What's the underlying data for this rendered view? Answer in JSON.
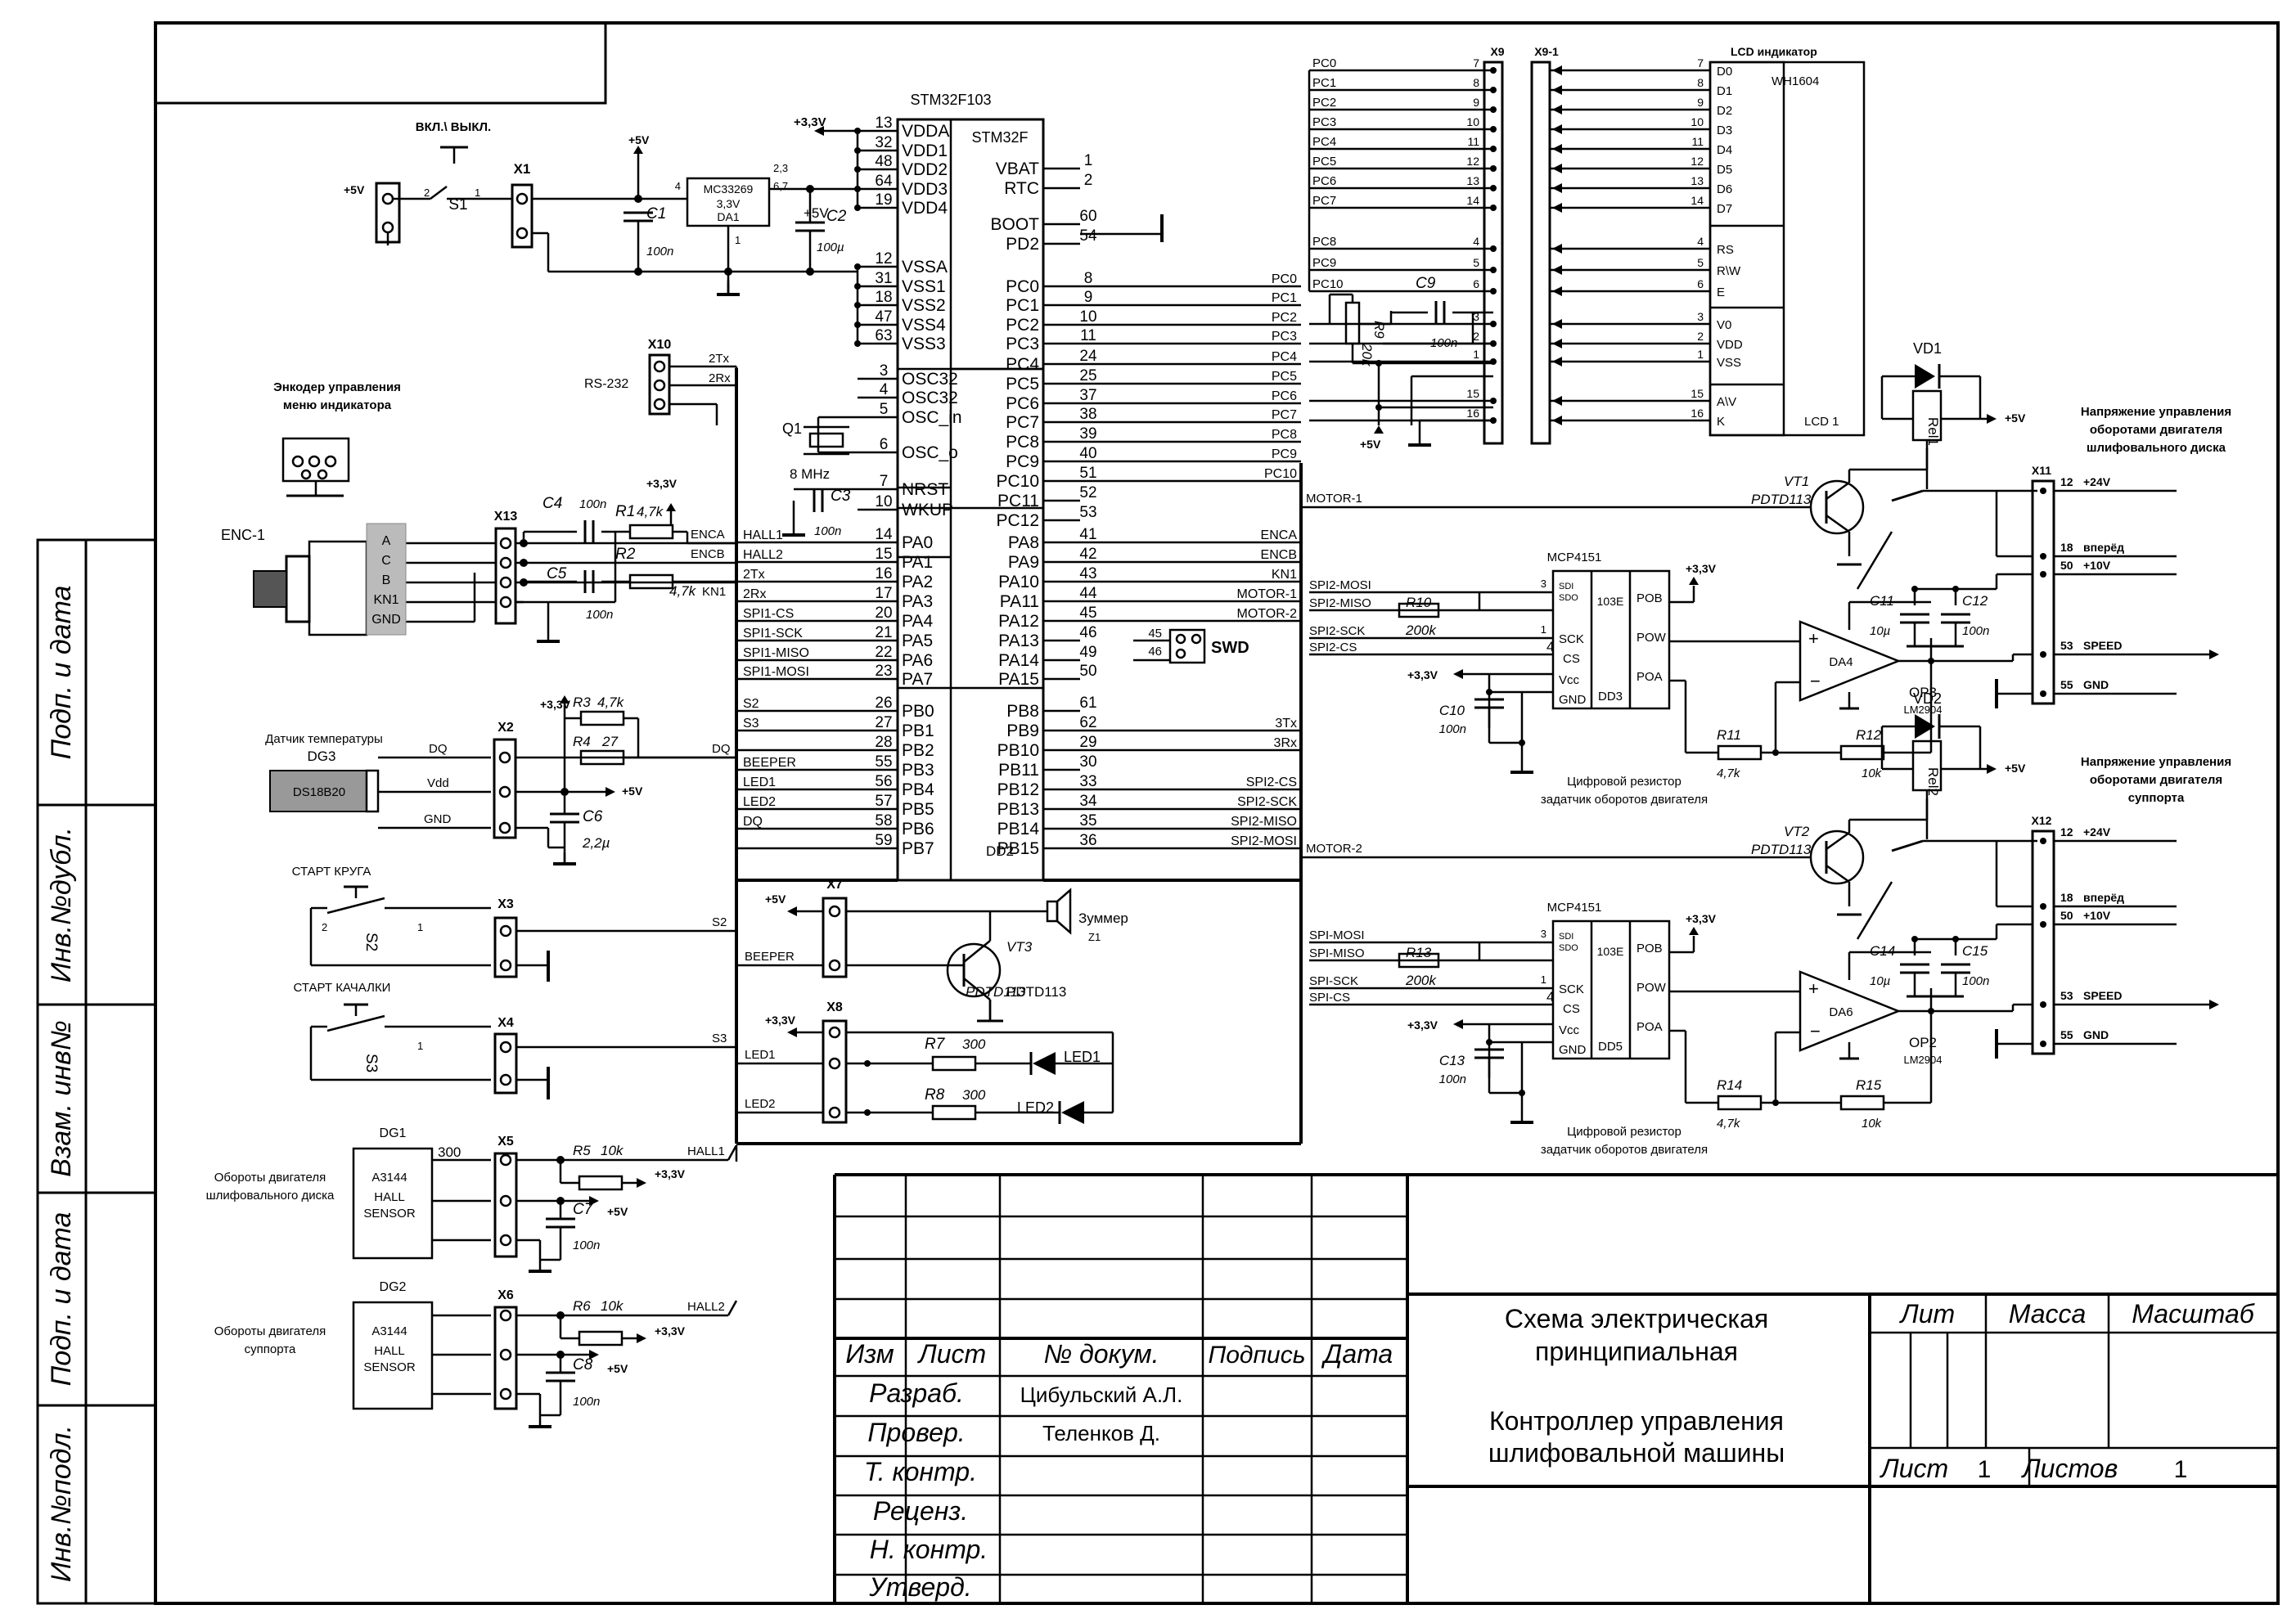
{
  "title_block": {
    "doc_title_line1": "Схема электрическая",
    "doc_title_line2": "принципиальная",
    "device_line1": "Контроллер управления",
    "device_line2": "шлифовальной машины",
    "col_izm": "Изм",
    "col_list": "Лист",
    "col_doc": "№ докум.",
    "col_sign": "Подпись",
    "col_date": "Дата",
    "row_razrab": "Разраб.",
    "row_prover": "Провер.",
    "row_tkontr": "Т. контр.",
    "row_recenz": "Реценз.",
    "row_nkontr": "Н. контр.",
    "row_utverd": "Утверд.",
    "name_razrab": "Цибульский А.Л.",
    "name_prover": "Теленков Д.",
    "lit": "Лит",
    "massa": "Масса",
    "masshtab": "Масштаб",
    "list_label": "Лист",
    "list_value": "1",
    "listov_label": "Листов",
    "listov_value": "1"
  },
  "side_stamp": {
    "podp_data_1": "Подп. и дата",
    "inv_dubl": "Инв.№дубл.",
    "vzam_inv": "Взам. инв№",
    "podp_data_2": "Подп. и дата",
    "inv_podl": "Инв.№подл."
  },
  "mcu": {
    "ref": "STM32F103",
    "inner": "STM32F",
    "dd": "DD2",
    "left_pins": [
      {
        "num": "13",
        "name": "VDDA"
      },
      {
        "num": "32",
        "name": "VDD1"
      },
      {
        "num": "48",
        "name": "VDD2"
      },
      {
        "num": "64",
        "name": "VDD3"
      },
      {
        "num": "19",
        "name": "VDD4"
      },
      {
        "num": "12",
        "name": "VSSA"
      },
      {
        "num": "31",
        "name": "VSS1"
      },
      {
        "num": "18",
        "name": "VSS2"
      },
      {
        "num": "47",
        "name": "VSS4"
      },
      {
        "num": "63",
        "name": "VSS3"
      },
      {
        "num": "3",
        "name": "OSC32"
      },
      {
        "num": "4",
        "name": "OSC32"
      },
      {
        "num": "5",
        "name": "OSC_in"
      },
      {
        "num": "6",
        "name": "OSC_o"
      },
      {
        "num": "7",
        "name": "NRST"
      },
      {
        "num": "10",
        "name": "WKUP"
      },
      {
        "num": "14",
        "name": "PA0",
        "net": "HALL1"
      },
      {
        "num": "15",
        "name": "PA1",
        "net": "HALL2"
      },
      {
        "num": "16",
        "name": "PA2",
        "net": "2Tx"
      },
      {
        "num": "17",
        "name": "PA3",
        "net": "2Rx"
      },
      {
        "num": "20",
        "name": "PA4",
        "net": "SPI1-CS"
      },
      {
        "num": "21",
        "name": "PA5",
        "net": "SPI1-SCK"
      },
      {
        "num": "22",
        "name": "PA6",
        "net": "SPI1-MISO"
      },
      {
        "num": "23",
        "name": "PA7",
        "net": "SPI1-MOSI"
      },
      {
        "num": "26",
        "name": "PB0",
        "net": "S2"
      },
      {
        "num": "27",
        "name": "PB1",
        "net": "S3"
      },
      {
        "num": "28",
        "name": "PB2",
        "net": ""
      },
      {
        "num": "55",
        "name": "PB3",
        "net": "BEEPER"
      },
      {
        "num": "56",
        "name": "PB4",
        "net": "LED1"
      },
      {
        "num": "57",
        "name": "PB5",
        "net": "LED2"
      },
      {
        "num": "58",
        "name": "PB6",
        "net": "DQ"
      },
      {
        "num": "59",
        "name": "PB7",
        "net": ""
      }
    ],
    "right_pins": [
      {
        "num": "1",
        "name": "VBAT"
      },
      {
        "num": "2",
        "name": "RTC"
      },
      {
        "num": "60",
        "name": "BOOT"
      },
      {
        "num": "54",
        "name": "PD2"
      },
      {
        "num": "8",
        "name": "PC0",
        "net": "PC0"
      },
      {
        "num": "9",
        "name": "PC1",
        "net": "PC1"
      },
      {
        "num": "10",
        "name": "PC2",
        "net": "PC2"
      },
      {
        "num": "11",
        "name": "PC3",
        "net": "PC3"
      },
      {
        "num": "24",
        "name": "PC4",
        "net": "PC4"
      },
      {
        "num": "25",
        "name": "PC5",
        "net": "PC5"
      },
      {
        "num": "37",
        "name": "PC6",
        "net": "PC6"
      },
      {
        "num": "38",
        "name": "PC7",
        "net": "PC7"
      },
      {
        "num": "39",
        "name": "PC8",
        "net": "PC8"
      },
      {
        "num": "40",
        "name": "PC9",
        "net": "PC9"
      },
      {
        "num": "51",
        "name": "PC10",
        "net": "PC10"
      },
      {
        "num": "52",
        "name": "PC11",
        "net": ""
      },
      {
        "num": "53",
        "name": "PC12",
        "net": ""
      },
      {
        "num": "41",
        "name": "PA8",
        "net": "ENCA"
      },
      {
        "num": "42",
        "name": "PA9",
        "net": "ENCB"
      },
      {
        "num": "43",
        "name": "PA10",
        "net": "KN1"
      },
      {
        "num": "44",
        "name": "PA11",
        "net": "MOTOR-1"
      },
      {
        "num": "45",
        "name": "PA12",
        "net": "MOTOR-2"
      },
      {
        "num": "46",
        "name": "PA13",
        "net": ""
      },
      {
        "num": "49",
        "name": "PA14",
        "net": ""
      },
      {
        "num": "50",
        "name": "PA15",
        "net": ""
      },
      {
        "num": "61",
        "name": "PB8",
        "net": ""
      },
      {
        "num": "62",
        "name": "PB9",
        "net": "3Tx"
      },
      {
        "num": "29",
        "name": "PB10",
        "net": "3Rx"
      },
      {
        "num": "30",
        "name": "PB11",
        "net": ""
      },
      {
        "num": "33",
        "name": "PB12",
        "net": "SPI2-CS"
      },
      {
        "num": "34",
        "name": "PB13",
        "net": "SPI2-SCK"
      },
      {
        "num": "35",
        "name": "PB14",
        "net": "SPI2-MISO"
      },
      {
        "num": "36",
        "name": "PB15",
        "net": "SPI2-MOSI"
      }
    ]
  },
  "power": {
    "switch_label": "ВКЛ.\\ ВЫКЛ.",
    "s1": "S1",
    "x1": "X1",
    "plus5": "+5V",
    "plus33": "+3,3V",
    "reg_name": "MC33269",
    "reg_v": "3,3V",
    "reg_ref": "DA1",
    "reg_pin_in": "4",
    "reg_pin_out": "2,3",
    "reg_pin_out2": "6,7",
    "reg_pin_gnd": "1",
    "c1": "C1",
    "c1v": "100n",
    "c2": "C2",
    "c2v": "100µ",
    "sw_pin2": "2",
    "sw_pin1": "1"
  },
  "osc": {
    "q1": "Q1",
    "freq": "8 MHz",
    "c3": "C3",
    "c3v": "100n"
  },
  "rs232": {
    "x10": "X10",
    "label": "RS-232",
    "tx": "2Tx",
    "rx": "2Rx"
  },
  "encoder": {
    "title1": "Энкодер управления",
    "title2": "меню индикатора",
    "enc": "ENC-1",
    "pins": [
      "A",
      "C",
      "B",
      "KN1",
      "GND"
    ],
    "x13": "X13",
    "c4": "C4",
    "c4v": "100n",
    "r1": "R1",
    "r1v": "4,7k",
    "r2": "R2",
    "r2v": "4,7k",
    "c5": "C5",
    "c5v": "100n",
    "encA": "ENCA",
    "encB": "ENCB",
    "kn1": "KN1"
  },
  "temp": {
    "title": "Датчик температуры",
    "dg3": "DG3",
    "chip": "DS18B20",
    "dq": "DQ",
    "vdd": "Vdd",
    "gnd": "GND",
    "x2": "X2",
    "r3": "R3",
    "r3v": "4,7k",
    "r4": "R4",
    "r4v": "27",
    "c6": "C6",
    "c6v": "2,2µ"
  },
  "starts": {
    "s2title": "СТАРТ КРУГА",
    "s2": "S2",
    "x3": "X3",
    "s2net": "S2",
    "s3title": "СТАРТ КАЧАЛКИ",
    "s3": "S3",
    "x4": "X4",
    "s3net": "S3"
  },
  "beeper": {
    "x7": "X7",
    "net": "BEEPER",
    "vt3": "VT3",
    "vt3type": "PDTD113",
    "zummer": "Зуммер",
    "z1": "Z1"
  },
  "leds": {
    "x8": "X8",
    "led1net": "LED1",
    "led2net": "LED2",
    "r7": "R7",
    "r7v": "300",
    "r8": "R8",
    "r8v": "300",
    "led1": "LED1",
    "led2": "LED2"
  },
  "hall": {
    "dg1": "DG1",
    "dg2": "DG2",
    "chip1": "A3144",
    "chip2": "HALL",
    "chip3": "SENSOR",
    "desc1a": "Обороты двигателя",
    "desc1b": "шлифовального диска",
    "desc2a": "Обороты двигателя",
    "desc2b": "суппорта",
    "x5": "X5",
    "x6": "X6",
    "r5": "R5",
    "r5v": "10k",
    "r6": "R6",
    "r6v": "10k",
    "c7": "C7",
    "c7v": "100n",
    "c8": "C8",
    "c8v": "100n",
    "hall1": "HALL1",
    "hall2": "HALL2"
  },
  "lcd": {
    "x9": "X9",
    "x91": "X9-1",
    "title": "LCD индикатор",
    "model": "WH1604",
    "ref": "LCD 1",
    "pins": [
      {
        "num": "7",
        "name": "D0",
        "net": "PC0"
      },
      {
        "num": "8",
        "name": "D1",
        "net": "PC1"
      },
      {
        "num": "9",
        "name": "D2",
        "net": "PC2"
      },
      {
        "num": "10",
        "name": "D3",
        "net": "PC3"
      },
      {
        "num": "11",
        "name": "D4",
        "net": "PC4"
      },
      {
        "num": "12",
        "name": "D5",
        "net": "PC5"
      },
      {
        "num": "13",
        "name": "D6",
        "net": "PC6"
      },
      {
        "num": "14",
        "name": "D7",
        "net": "PC7"
      },
      {
        "num": "4",
        "name": "RS",
        "net": "PC8"
      },
      {
        "num": "5",
        "name": "R\\W",
        "net": "PC9"
      },
      {
        "num": "6",
        "name": "E",
        "net": "PC10"
      },
      {
        "num": "3",
        "name": "V0",
        "net": ""
      },
      {
        "num": "2",
        "name": "VDD",
        "net": ""
      },
      {
        "num": "1",
        "name": "VSS",
        "net": ""
      },
      {
        "num": "15",
        "name": "A\\V",
        "net": ""
      },
      {
        "num": "16",
        "name": "K",
        "net": ""
      }
    ],
    "c9": "C9",
    "c9v": "100n",
    "r9": "R9",
    "r9v": "20k"
  },
  "motor1": {
    "vd": "VD1",
    "rel": "Rel1",
    "vt": "VT1",
    "vttype": "PDTD113",
    "net": "MOTOR-1",
    "title1": "Напряжение управления",
    "title2": "оборотами двигателя",
    "title3": "шлифовального диска",
    "xconn": "X11",
    "pin12": "12",
    "lbl12": "+24V",
    "pin18": "18",
    "lbl18": "вперёд",
    "pin50": "50",
    "lbl50": "+10V",
    "pin53": "53",
    "lbl53": "SPEED",
    "pin55": "55",
    "lbl55": "GND",
    "digipot": "MCP4151",
    "dd": "DD3",
    "op": "DA4",
    "opref": "OP3",
    "optype": "LM2904",
    "r10": "R10",
    "r10v": "200k",
    "r11": "R11",
    "r11v": "4,7k",
    "r12": "R12",
    "r12v": "10k",
    "c10": "C10",
    "c10v": "100n",
    "c11": "C11",
    "c11v": "10µ",
    "c12": "C12",
    "c12v": "100n",
    "desc1": "Цифровой резистор",
    "desc2": "задатчик оборотов двигателя",
    "mosi": "SPI2-MOSI",
    "miso": "SPI2-MISO",
    "sck": "SPI2-SCK",
    "cs": "SPI2-CS"
  },
  "motor2": {
    "vd": "VD2",
    "rel": "Rel2",
    "vt": "VT2",
    "vttype": "PDTD113",
    "net": "MOTOR-2",
    "title1": "Напряжение управления",
    "title2": "оборотами двигателя",
    "title3": "суппорта",
    "xconn": "X12",
    "digipot": "MCP4151",
    "dd": "DD5",
    "op": "DA6",
    "opref": "OP2",
    "optype": "LM2904",
    "r13": "R13",
    "r13v": "200k",
    "r14": "R14",
    "r14v": "4,7k",
    "r15": "R15",
    "r15v": "10k",
    "c13": "C13",
    "c13v": "100n",
    "c14": "C14",
    "c14v": "10µ",
    "c15": "C15",
    "c15v": "100n",
    "mosi": "SPI-MOSI",
    "miso": "SPI-MISO",
    "sck": "SPI-SCK",
    "cs": "SPI-CS"
  },
  "digipot_pins": {
    "sdi": "SDI",
    "sdo": "SDO",
    "sck": "SCK",
    "cs": "CS",
    "vcc": "Vcc",
    "gnd": "GND",
    "pob": "POB",
    "pow": "POW",
    "poa": "POA",
    "code": "103E"
  },
  "swd": "SWD"
}
